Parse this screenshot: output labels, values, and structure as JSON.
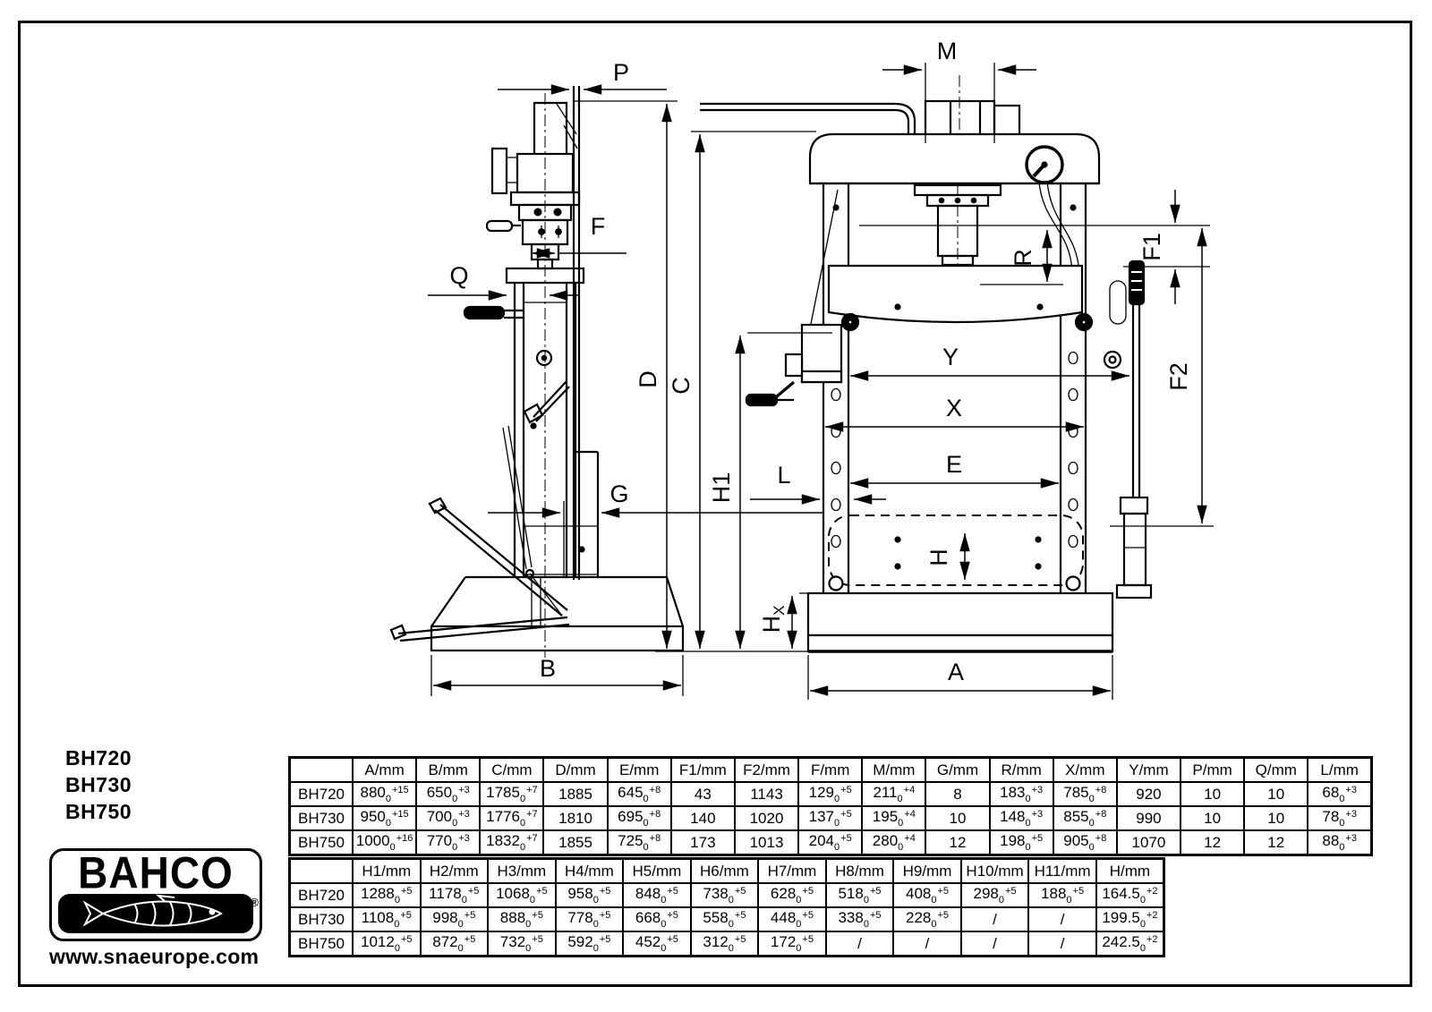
{
  "page": {
    "models": [
      "BH720",
      "BH730",
      "BH750"
    ],
    "brand": "BAHCO",
    "brand_reg": "®",
    "website": "www.snaeurope.com"
  },
  "drawing": {
    "dim_labels": {
      "P": "P",
      "F": "F",
      "Q": "Q",
      "G": "G",
      "B": "B",
      "M": "M",
      "D": "D",
      "C": "C",
      "H1": "H1",
      "Hx_main": "H",
      "Hx_sub": "X",
      "A": "A",
      "L": "L",
      "E": "E",
      "X": "X",
      "Y": "Y",
      "H": "H",
      "R": "R",
      "F1": "F1",
      "F2": "F2"
    }
  },
  "table1": {
    "headers": [
      "",
      "A/mm",
      "B/mm",
      "C/mm",
      "D/mm",
      "E/mm",
      "F1/mm",
      "F2/mm",
      "F/mm",
      "M/mm",
      "G/mm",
      "R/mm",
      "X/mm",
      "Y/mm",
      "P/mm",
      "Q/mm",
      "L/mm"
    ],
    "rows": [
      {
        "model": "BH720",
        "cells": [
          {
            "v": "880",
            "s": "0",
            "p": "+15"
          },
          {
            "v": "650",
            "s": "0",
            "p": "+3"
          },
          {
            "v": "1785",
            "s": "0",
            "p": "+7"
          },
          "1885",
          {
            "v": "645",
            "s": "0",
            "p": "+8"
          },
          "43",
          "1143",
          {
            "v": "129",
            "s": "0",
            "p": "+5"
          },
          {
            "v": "211",
            "s": "0",
            "p": "+4"
          },
          "8",
          {
            "v": "183",
            "s": "0",
            "p": "+3"
          },
          {
            "v": "785",
            "s": "0",
            "p": "+8"
          },
          "920",
          "10",
          "10",
          {
            "v": "68",
            "s": "0",
            "p": "+3"
          }
        ]
      },
      {
        "model": "BH730",
        "cells": [
          {
            "v": "950",
            "s": "0",
            "p": "+15"
          },
          {
            "v": "700",
            "s": "0",
            "p": "+3"
          },
          {
            "v": "1776",
            "s": "0",
            "p": "+7"
          },
          "1810",
          {
            "v": "695",
            "s": "0",
            "p": "+8"
          },
          "140",
          "1020",
          {
            "v": "137",
            "s": "0",
            "p": "+5"
          },
          {
            "v": "195",
            "s": "0",
            "p": "+4"
          },
          "10",
          {
            "v": "148",
            "s": "0",
            "p": "+3"
          },
          {
            "v": "855",
            "s": "0",
            "p": "+8"
          },
          "990",
          "10",
          "10",
          {
            "v": "78",
            "s": "0",
            "p": "+3"
          }
        ]
      },
      {
        "model": "BH750",
        "cells": [
          {
            "v": "1000",
            "s": "0",
            "p": "+16"
          },
          {
            "v": "770",
            "s": "0",
            "p": "+3"
          },
          {
            "v": "1832",
            "s": "0",
            "p": "+7"
          },
          "1855",
          {
            "v": "725",
            "s": "0",
            "p": "+8"
          },
          "173",
          "1013",
          {
            "v": "204",
            "s": "0",
            "p": "+5"
          },
          {
            "v": "280",
            "s": "0",
            "p": "+4"
          },
          "12",
          {
            "v": "198",
            "s": "0",
            "p": "+5"
          },
          {
            "v": "905",
            "s": "0",
            "p": "+8"
          },
          "1070",
          "12",
          "12",
          {
            "v": "88",
            "s": "0",
            "p": "+3"
          }
        ]
      }
    ]
  },
  "table2": {
    "headers": [
      "",
      "H1/mm",
      "H2/mm",
      "H3/mm",
      "H4/mm",
      "H5/mm",
      "H6/mm",
      "H7/mm",
      "H8/mm",
      "H9/mm",
      "H10/mm",
      "H11/mm",
      "H/mm"
    ],
    "rows": [
      {
        "model": "BH720",
        "cells": [
          {
            "v": "1288",
            "s": "0",
            "p": "+5"
          },
          {
            "v": "1178",
            "s": "0",
            "p": "+5"
          },
          {
            "v": "1068",
            "s": "0",
            "p": "+5"
          },
          {
            "v": "958",
            "s": "0",
            "p": "+5"
          },
          {
            "v": "848",
            "s": "0",
            "p": "+5"
          },
          {
            "v": "738",
            "s": "0",
            "p": "+5"
          },
          {
            "v": "628",
            "s": "0",
            "p": "+5"
          },
          {
            "v": "518",
            "s": "0",
            "p": "+5"
          },
          {
            "v": "408",
            "s": "0",
            "p": "+5"
          },
          {
            "v": "298",
            "s": "0",
            "p": "+5"
          },
          {
            "v": "188",
            "s": "0",
            "p": "+5"
          },
          {
            "v": "164.5",
            "s": "0",
            "p": "+2"
          }
        ]
      },
      {
        "model": "BH730",
        "cells": [
          {
            "v": "1108",
            "s": "0",
            "p": "+5"
          },
          {
            "v": "998",
            "s": "0",
            "p": "+5"
          },
          {
            "v": "888",
            "s": "0",
            "p": "+5"
          },
          {
            "v": "778",
            "s": "0",
            "p": "+5"
          },
          {
            "v": "668",
            "s": "0",
            "p": "+5"
          },
          {
            "v": "558",
            "s": "0",
            "p": "+5"
          },
          {
            "v": "448",
            "s": "0",
            "p": "+5"
          },
          {
            "v": "338",
            "s": "0",
            "p": "+5"
          },
          {
            "v": "228",
            "s": "0",
            "p": "+5"
          },
          "/",
          "/",
          {
            "v": "199.5",
            "s": "0",
            "p": "+2"
          }
        ]
      },
      {
        "model": "BH750",
        "cells": [
          {
            "v": "1012",
            "s": "0",
            "p": "+5"
          },
          {
            "v": "872",
            "s": "0",
            "p": "+5"
          },
          {
            "v": "732",
            "s": "0",
            "p": "+5"
          },
          {
            "v": "592",
            "s": "0",
            "p": "+5"
          },
          {
            "v": "452",
            "s": "0",
            "p": "+5"
          },
          {
            "v": "312",
            "s": "0",
            "p": "+5"
          },
          {
            "v": "172",
            "s": "0",
            "p": "+5"
          },
          "/",
          "/",
          "/",
          "/",
          {
            "v": "242.5",
            "s": "0",
            "p": "+2"
          }
        ]
      }
    ]
  }
}
